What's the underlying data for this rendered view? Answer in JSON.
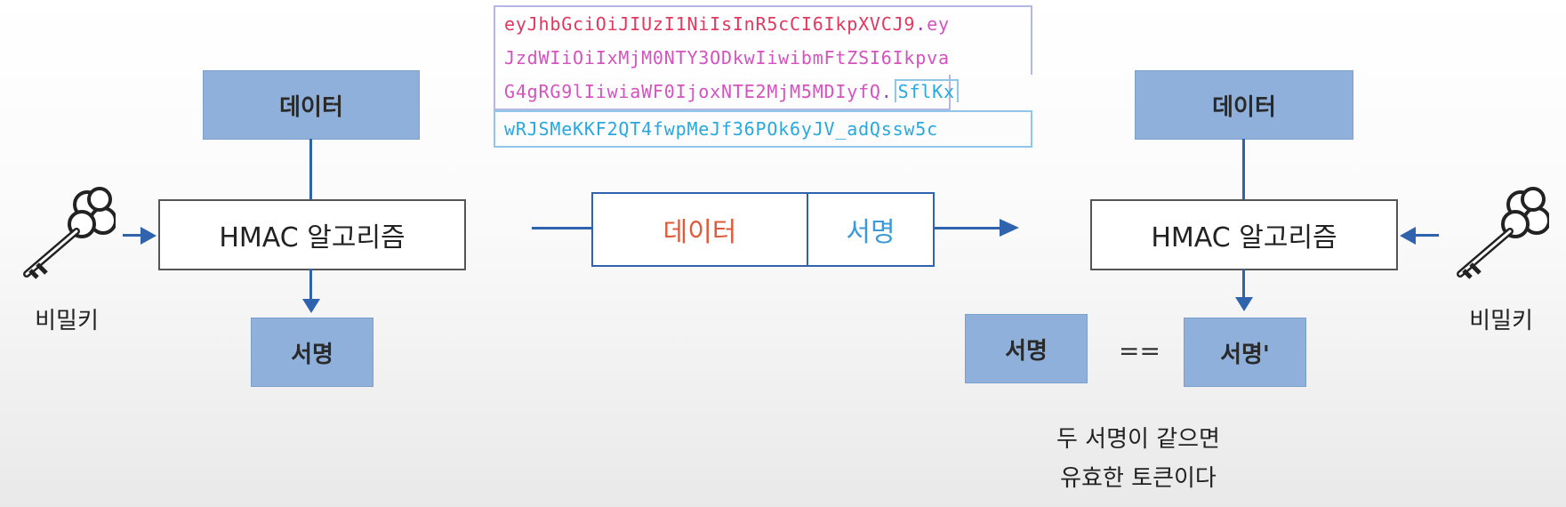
{
  "token": {
    "line1_header": "eyJhbGciOiJIUzI1NiIsInR5cCI6IkpXVCJ9",
    "line1_dot": ".",
    "line1_payload": "ey",
    "line2_payload": "JzdWIiOiIxMjM0NTY3ODkwIiwibmFtZSI6Ikpva",
    "line3_payload": "G4gRG9lIiwiaWF0IjoxNTE2MjM5MDIyfQ",
    "line3_dot": ".",
    "line3_signature": "SflKx",
    "line4_signature": "wRJSMeKKF2QT4fwpMeJf36POk6yJV_adQssw5c"
  },
  "left": {
    "data_label": "데이터",
    "algorithm_label": "HMAC 알고리즘",
    "signature_label": "서명",
    "key_label": "비밀키"
  },
  "packet": {
    "data_label": "데이터",
    "signature_label": "서명"
  },
  "right": {
    "data_label": "데이터",
    "algorithm_label": "HMAC 알고리즘",
    "received_signature_label": "서명",
    "equals": "==",
    "computed_signature_label": "서명'",
    "key_label": "비밀키",
    "note_line1": "두 서명이 같으면",
    "note_line2": "유효한 토큰이다"
  },
  "colors": {
    "box_fill": "#8eb0da",
    "arrow": "#2f63ad",
    "header_text": "#e0385e",
    "payload_text": "#d552bf",
    "signature_text": "#27a9df",
    "packet_data_text": "#e05a3a",
    "packet_signature_text": "#3c9ad8"
  },
  "icons": [
    "key-icon"
  ]
}
